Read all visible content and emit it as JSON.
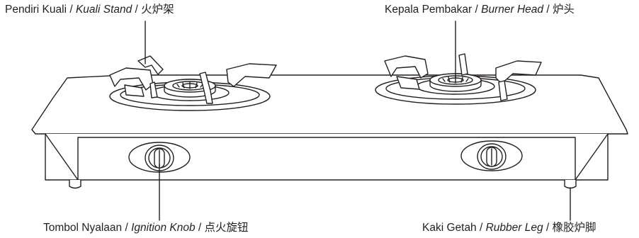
{
  "labels": {
    "kuali_stand": {
      "malay": "Pendiri Kuali",
      "sep1": " / ",
      "english": "Kuali Stand",
      "sep2": " / ",
      "chinese": "火炉架"
    },
    "burner_head": {
      "malay": "Kepala Pembakar",
      "sep1": " / ",
      "english": "Burner Head",
      "sep2": " / ",
      "chinese": "炉头"
    },
    "ignition_knob": {
      "malay": "Tombol Nyalaan",
      "sep1": " / ",
      "english": "Ignition Knob",
      "sep2": " / ",
      "chinese": "点火旋钮"
    },
    "rubber_leg": {
      "malay": "Kaki Getah",
      "sep1": " / ",
      "english": "Rubber Leg",
      "sep2": " / ",
      "chinese": "橡胶炉脚"
    }
  },
  "colors": {
    "line": "#231f20",
    "background": "#ffffff"
  }
}
